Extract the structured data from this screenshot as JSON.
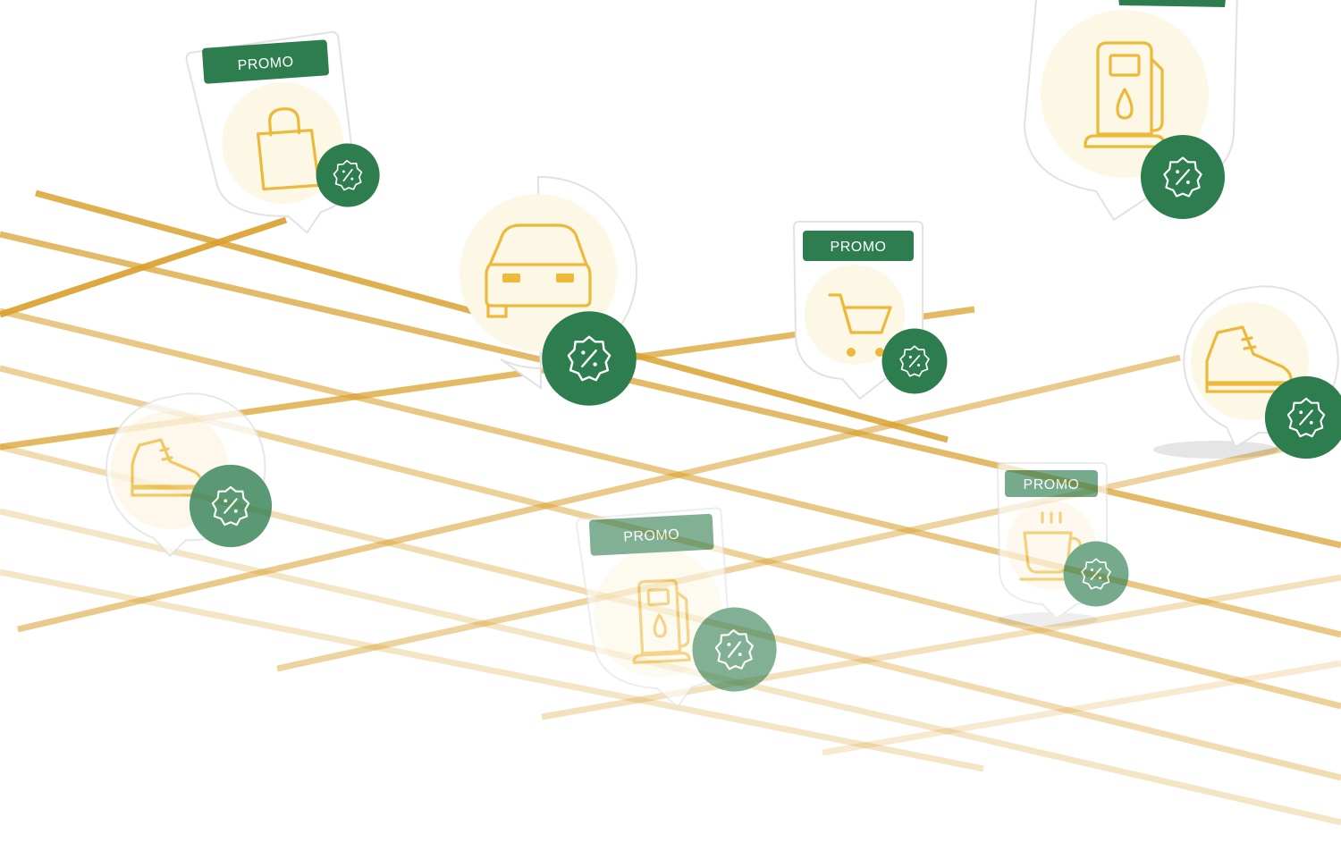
{
  "colors": {
    "street": "#d9a12f",
    "badge": "#2e7d4f",
    "icon_stroke": "#ecb93b",
    "halo": "#fdf7e6",
    "pin_border": "#e2e2e2"
  },
  "markers": [
    {
      "id": "bag",
      "icon": "shopping-bag-icon",
      "promo": true,
      "promo_label": "PROMO",
      "badge_icon": "discount-badge-icon",
      "opacity": 1.0
    },
    {
      "id": "car",
      "icon": "car-icon",
      "promo": false,
      "badge_icon": "discount-badge-icon",
      "opacity": 1.0
    },
    {
      "id": "cart",
      "icon": "shopping-cart-icon",
      "promo": true,
      "promo_label": "PROMO",
      "badge_icon": "discount-badge-icon",
      "opacity": 1.0
    },
    {
      "id": "fuel-top",
      "icon": "fuel-pump-icon",
      "promo": true,
      "promo_label": "",
      "badge_icon": "discount-badge-icon",
      "opacity": 1.0
    },
    {
      "id": "boot-right",
      "icon": "boot-icon",
      "promo": false,
      "badge_icon": "discount-badge-icon",
      "opacity": 1.0
    },
    {
      "id": "boot-left",
      "icon": "boot-icon",
      "promo": false,
      "badge_icon": "discount-badge-icon",
      "opacity": 0.75
    },
    {
      "id": "fuel-bottom",
      "icon": "fuel-pump-icon",
      "promo": true,
      "promo_label": "PROMO",
      "badge_icon": "discount-badge-icon",
      "opacity": 0.55
    },
    {
      "id": "coffee",
      "icon": "coffee-cup-icon",
      "promo": true,
      "promo_label": "PROMO",
      "badge_icon": "discount-badge-icon",
      "opacity": 0.6
    }
  ]
}
